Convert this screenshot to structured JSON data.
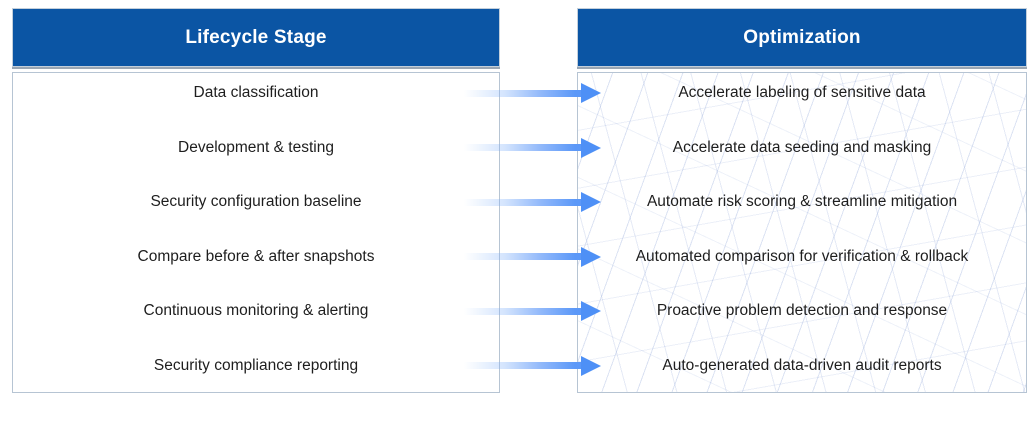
{
  "diagram": {
    "columns": [
      {
        "header": "Lifecycle Stage"
      },
      {
        "header": "Optimization"
      }
    ],
    "rows": [
      {
        "stage": "Data classification",
        "optimization": "Accelerate labeling of sensitive data"
      },
      {
        "stage": "Development & testing",
        "optimization": "Accelerate data seeding and masking"
      },
      {
        "stage": "Security configuration baseline",
        "optimization": "Automate risk scoring & streamline mitigation"
      },
      {
        "stage": "Compare before & after snapshots",
        "optimization": "Automated comparison for verification & rollback"
      },
      {
        "stage": "Continuous monitoring & alerting",
        "optimization": "Proactive problem detection and response"
      },
      {
        "stage": "Security compliance reporting",
        "optimization": "Auto-generated data-driven audit reports"
      }
    ],
    "connector_icon": "right-arrow",
    "colors": {
      "header_bg": "#0B55A4",
      "header_text": "#FFFFFF",
      "body_text": "#1E1E1E",
      "box_border": "#B6C4D3",
      "arrow_blue": "#4E90F6",
      "arrow_shaft": "#5B98F8",
      "mesh_line": "#C7D2EA"
    }
  }
}
